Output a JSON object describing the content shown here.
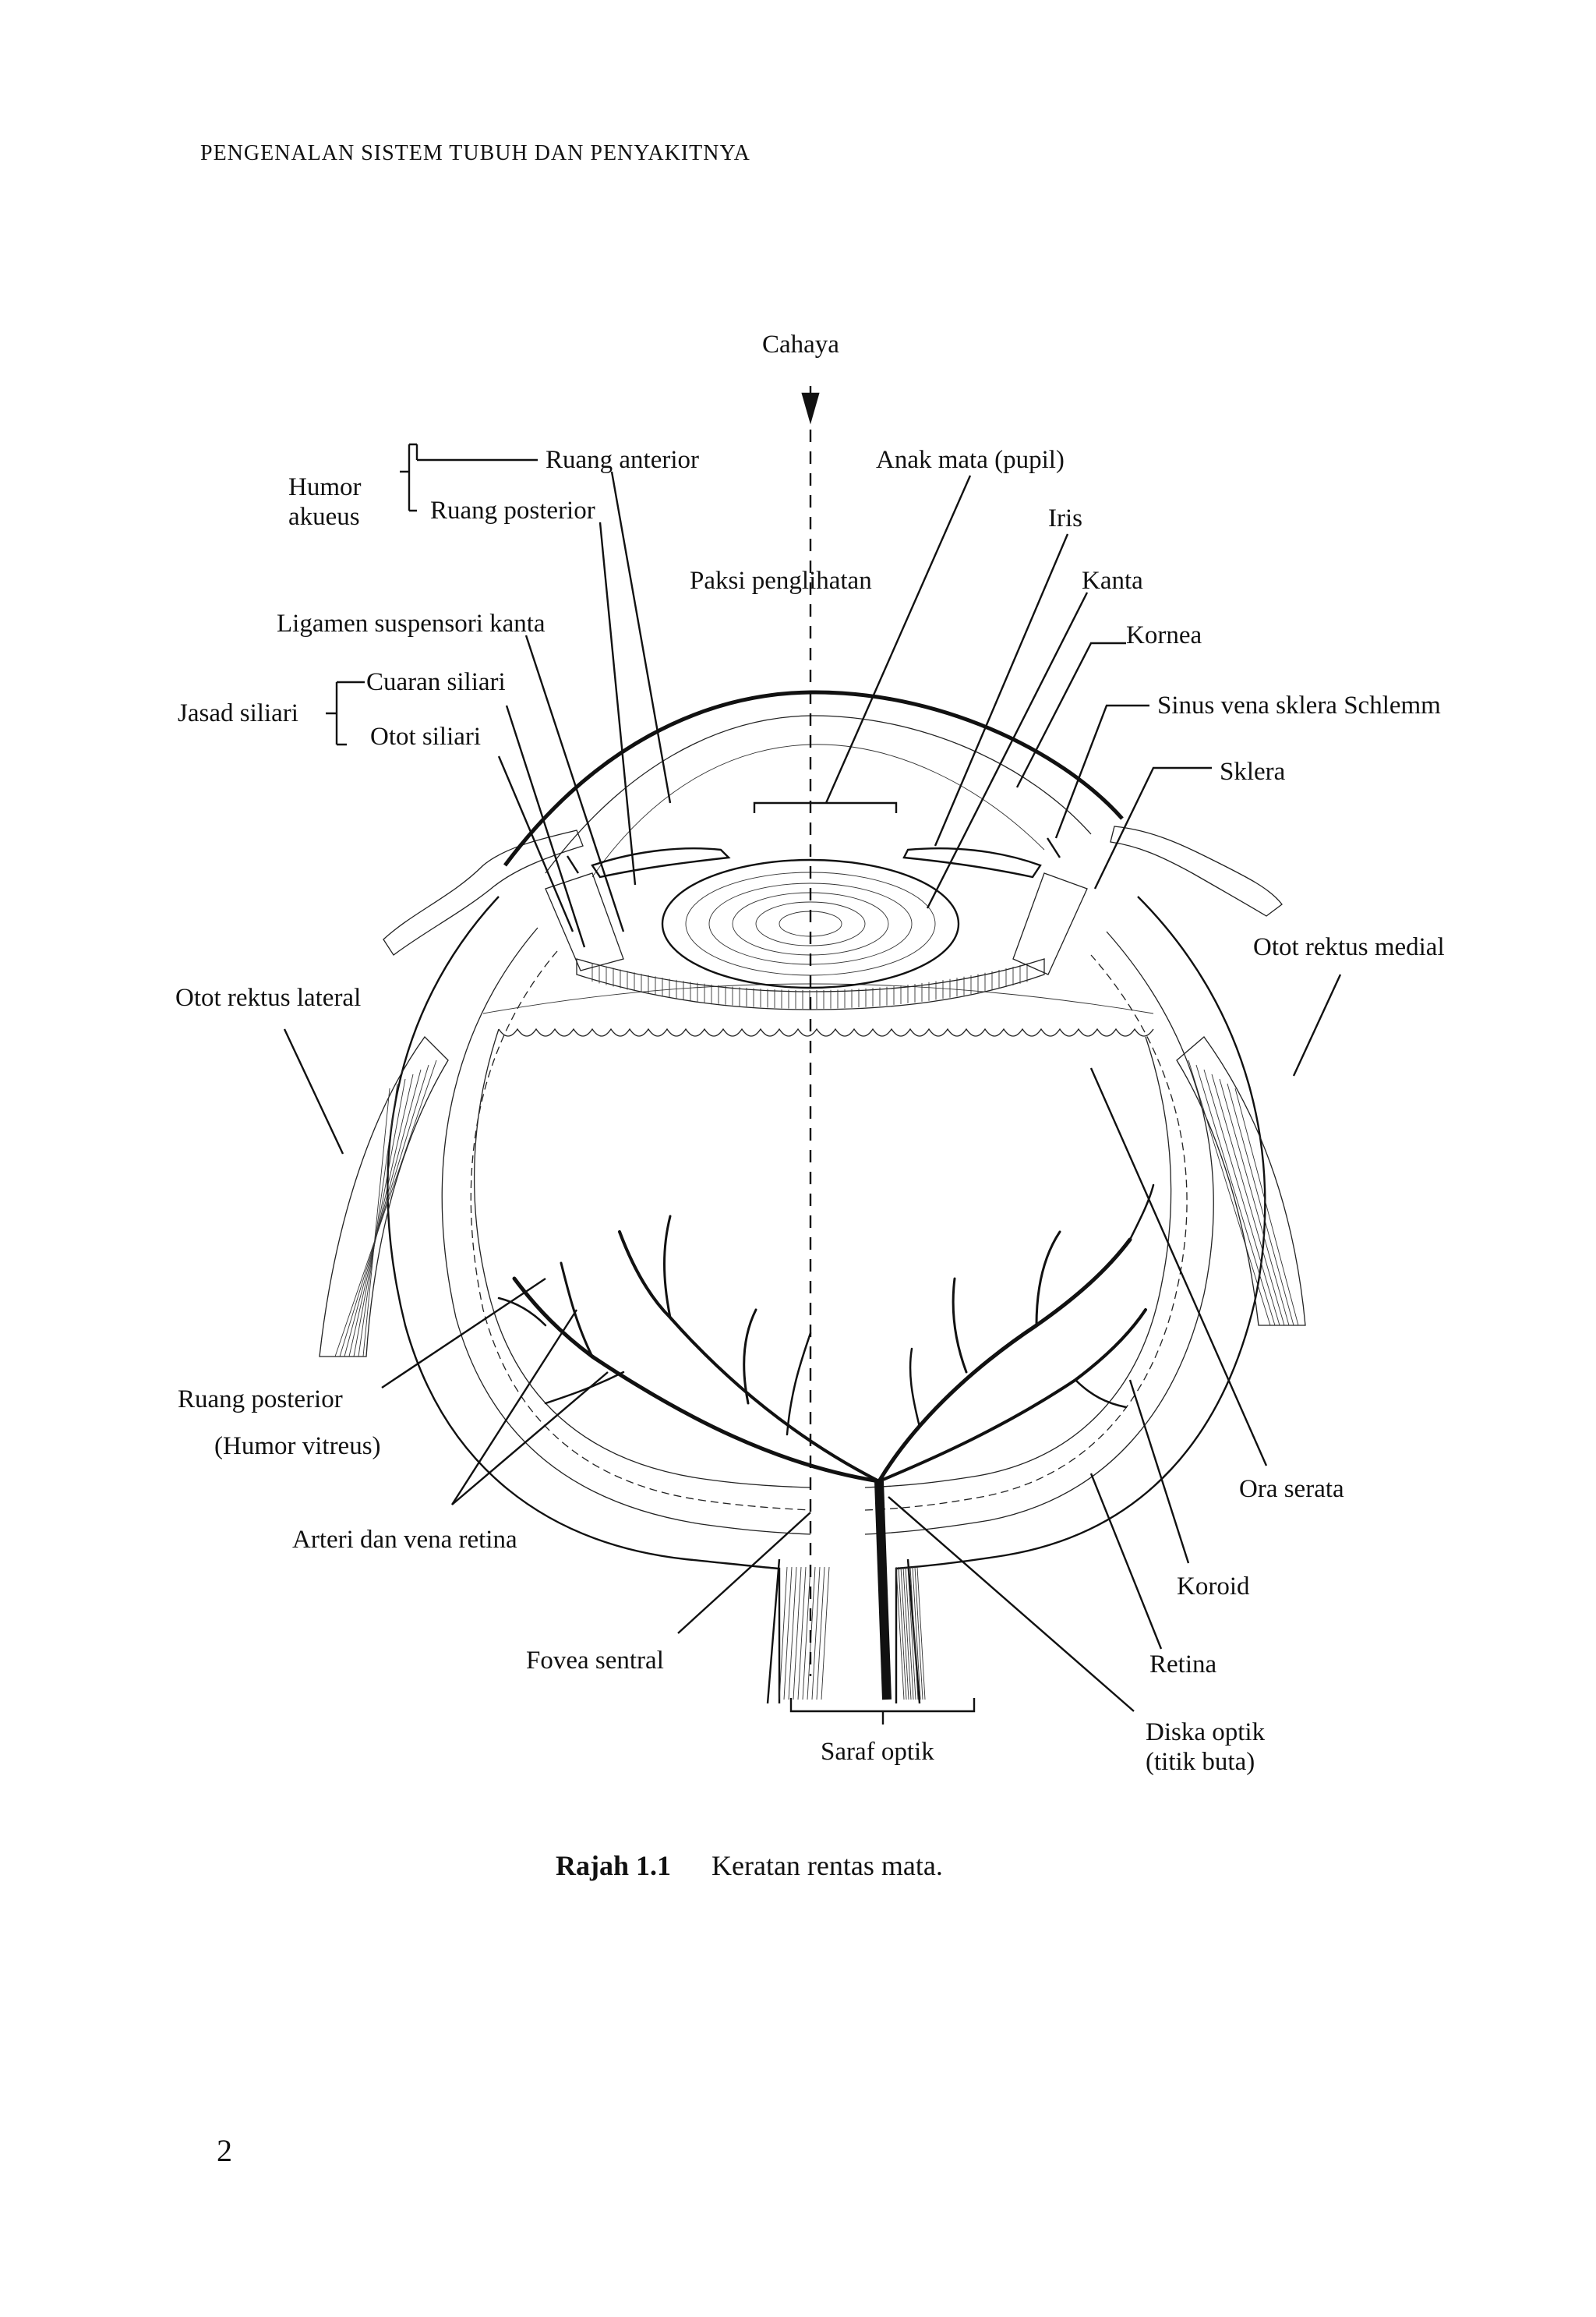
{
  "page": {
    "header": "PENGENALAN SISTEM TUBUH DAN PENYAKITNYA",
    "page_number": "2",
    "caption": {
      "label": "Rajah 1.1",
      "text": "Keratan rentas mata."
    }
  },
  "diagram": {
    "labels": {
      "cahaya": "Cahaya",
      "humor": "Humor",
      "akueus": "akueus",
      "ruang_anterior": "Ruang anterior",
      "ruang_posterior_top": "Ruang posterior",
      "anak_mata": "Anak mata (pupil)",
      "iris": "Iris",
      "paksi": "Paksi penglihatan",
      "kanta": "Kanta",
      "ligamen": "Ligamen suspensori kanta",
      "kornea": "Kornea",
      "jasad_siliari": "Jasad siliari",
      "cuaran_siliari": "Cuaran siliari",
      "otot_siliari": "Otot siliari",
      "sinus": "Sinus vena sklera Schlemm",
      "sklera": "Sklera",
      "otot_rektus_medial": "Otot rektus medial",
      "otot_rektus_lateral": "Otot rektus lateral",
      "ruang_posterior_bottom": "Ruang posterior",
      "humor_vitreus": "(Humor vitreus)",
      "ora_serata": "Ora serata",
      "arteri": "Arteri dan vena retina",
      "koroid": "Koroid",
      "fovea": "Fovea sentral",
      "retina": "Retina",
      "saraf_optik": "Saraf optik",
      "diska_optik": "Diska optik",
      "titik_buta": "(titik buta)"
    }
  }
}
